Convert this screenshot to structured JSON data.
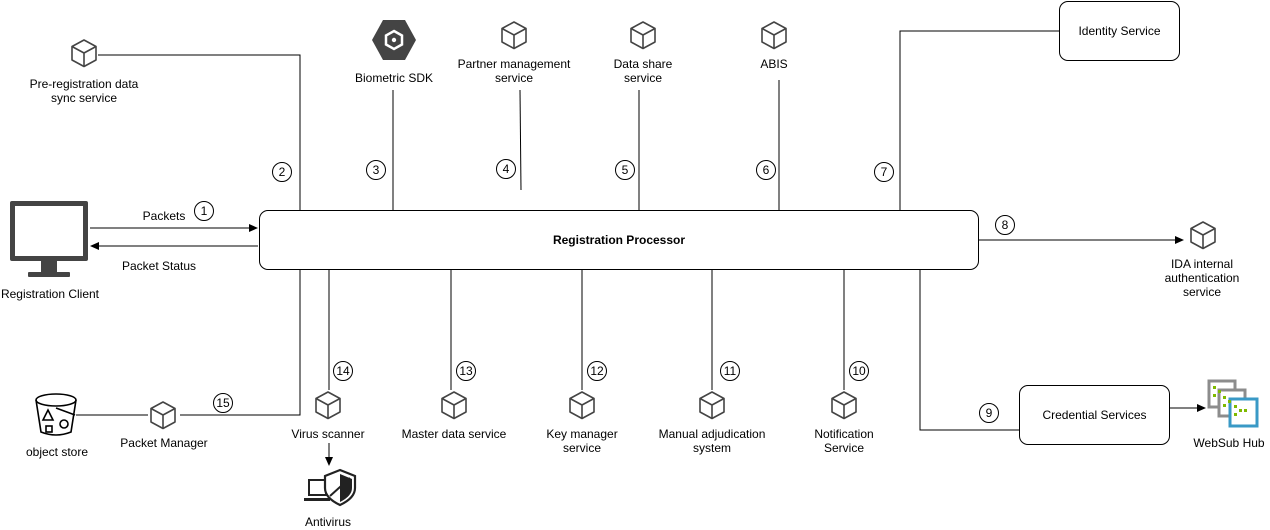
{
  "processor": {
    "label": "Registration Processor"
  },
  "client": {
    "label": "Registration Client",
    "out_label": "Packets",
    "in_label": "Packet Status"
  },
  "services": {
    "prereg": "Pre-registration data sync service",
    "biometric": "Biometric SDK",
    "partner": "Partner management service",
    "datashare": "Data share service",
    "abis": "ABIS",
    "identity": "Identity Service",
    "ida": "IDA internal authentication service",
    "credential": "Credential Services",
    "websub": "WebSub Hub",
    "notification": "Notification Service",
    "manual": "Manual adjudication system",
    "keymanager": "Key manager service",
    "masterdata": "Master data service",
    "virus": "Virus scanner",
    "antivirus": "Antivirus",
    "packetmanager": "Packet Manager",
    "objectstore": "object store"
  },
  "steps": [
    "1",
    "2",
    "3",
    "4",
    "5",
    "6",
    "7",
    "8",
    "9",
    "10",
    "11",
    "12",
    "13",
    "14",
    "15"
  ],
  "colors": {
    "line": "#000000",
    "box_fill": "#ffffff",
    "sdk_hex": "#444444",
    "websub_green": "#7fba00",
    "websub_blue": "#3999c6",
    "websub_gray": "#8c8c8c"
  },
  "icons": [
    "cube-icon",
    "monitor-icon",
    "biometric-sdk-icon",
    "bucket-icon",
    "antivirus-icon",
    "websub-icon"
  ]
}
